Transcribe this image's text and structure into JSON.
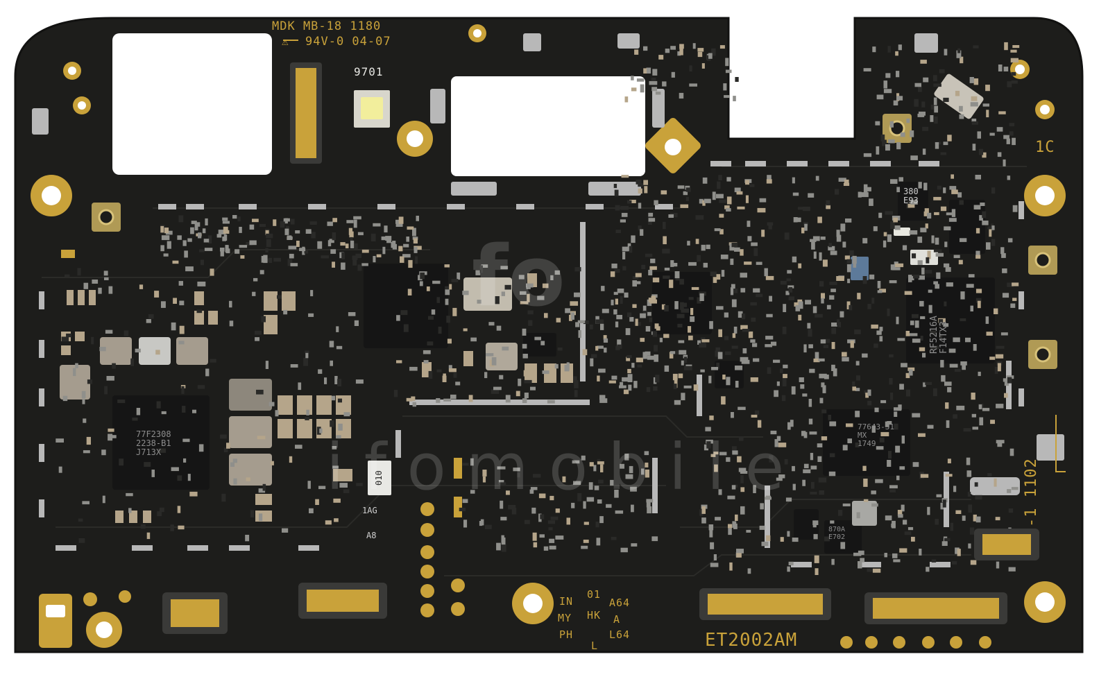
{
  "image": {
    "subject": "pcb-mainboard",
    "colors": {
      "background": "#ffffff",
      "board": "#1d1d1b",
      "board_edge": "#141412",
      "gold": "#c9a23a",
      "solder": "#b8b8b8",
      "chip": "#151515"
    }
  },
  "silkscreen": {
    "top_code": "MDK MB-18 1180",
    "ul_rating": "94V-0 04-07",
    "lot_number": "9701",
    "corner_1c": "1C",
    "right_vertical": "-1 1102",
    "model": "ET2002AM",
    "region_col1": [
      "IN",
      "MY",
      "PH"
    ],
    "region_col2": [
      "01",
      "HK",
      "L"
    ],
    "region_col3": [
      "A64",
      "A",
      "L64"
    ]
  },
  "chips": {
    "pmic": [
      "77F2308",
      "2238-B1",
      "J713X"
    ],
    "rf_transceiver": [
      "RF5216A",
      "F14TX3"
    ],
    "power_amp": [
      "77643-31",
      "MX",
      "1749"
    ],
    "small_ic_1": [
      "380",
      "E93"
    ],
    "small_ic_2": [
      "870A",
      "E702"
    ],
    "diode_label": "1AG",
    "diode_label_2": "A8",
    "resistor_label": "010"
  },
  "watermark": {
    "text": "i  f  o  m  o  b  i  l  e",
    "logo": "fo"
  }
}
